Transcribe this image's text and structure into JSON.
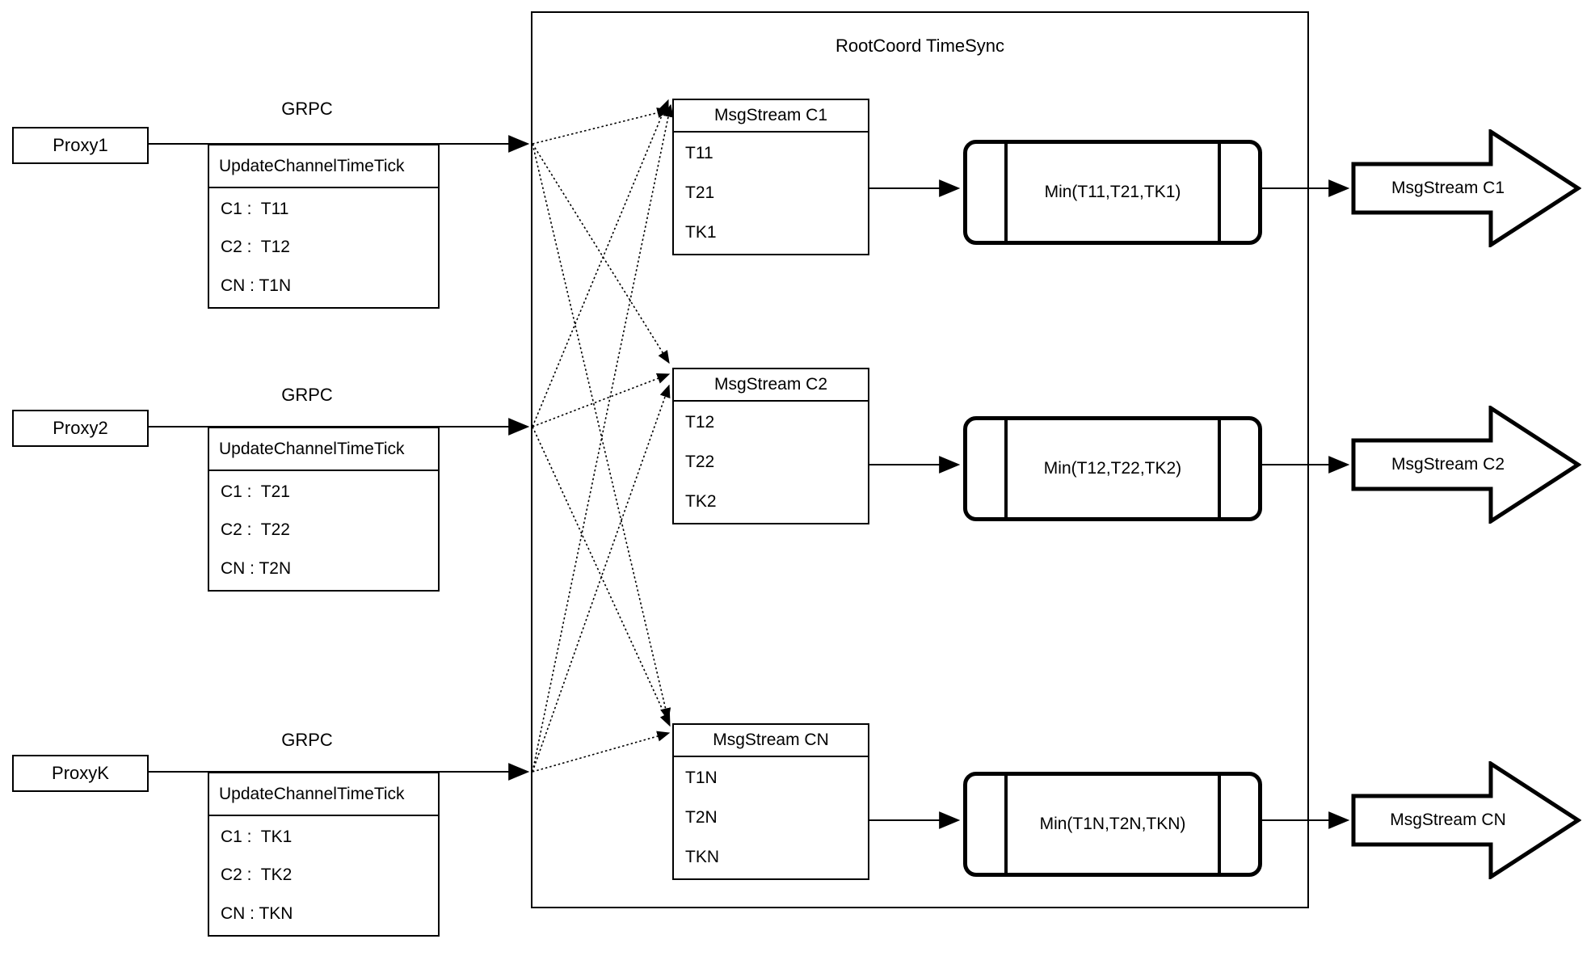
{
  "title": "RootCoord TimeSync",
  "colors": {
    "stroke": "#000000",
    "background": "#ffffff"
  },
  "proxies": [
    {
      "name": "Proxy1",
      "protocol": "GRPC",
      "message": {
        "title": "UpdateChannelTimeTick",
        "rows": [
          "C1 :  T11",
          "C2 :  T12",
          "CN : T1N"
        ]
      }
    },
    {
      "name": "Proxy2",
      "protocol": "GRPC",
      "message": {
        "title": "UpdateChannelTimeTick",
        "rows": [
          "C1 :  T21",
          "C2 :  T22",
          "CN : T2N"
        ]
      }
    },
    {
      "name": "ProxyK",
      "protocol": "GRPC",
      "message": {
        "title": "UpdateChannelTimeTick",
        "rows": [
          "C1 :  TK1",
          "C2 :  TK2",
          "CN : TKN"
        ]
      }
    }
  ],
  "streams": [
    {
      "title": "MsgStream C1",
      "ticks": [
        "T11",
        "T21",
        "TK1"
      ],
      "min": "Min(T11,T21,TK1)",
      "output": "MsgStream C1"
    },
    {
      "title": "MsgStream C2",
      "ticks": [
        "T12",
        "T22",
        "TK2"
      ],
      "min": "Min(T12,T22,TK2)",
      "output": "MsgStream C2"
    },
    {
      "title": "MsgStream CN",
      "ticks": [
        "T1N",
        "T2N",
        "TKN"
      ],
      "min": "Min(T1N,T2N,TKN)",
      "output": "MsgStream CN"
    }
  ]
}
